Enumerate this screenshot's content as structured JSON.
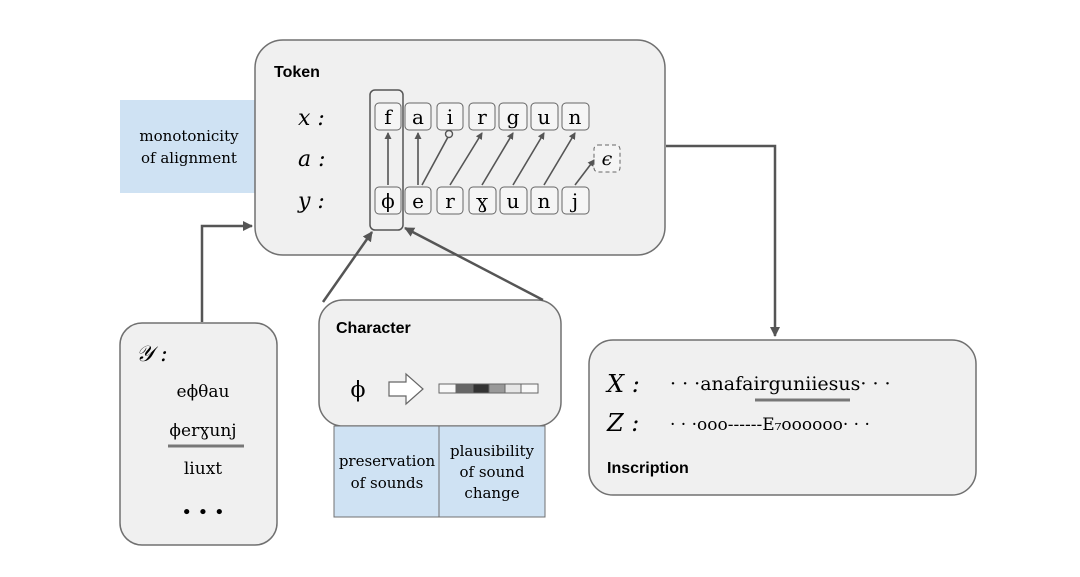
{
  "token": {
    "title": "Token",
    "row_labels": {
      "x": "x :",
      "a": "a :",
      "y": "y :"
    },
    "x_chars": [
      "f",
      "a",
      "i",
      "r",
      "g",
      "u",
      "n"
    ],
    "y_chars": [
      "ϕ",
      "e",
      "r",
      "ɣ",
      "u",
      "n",
      "j"
    ],
    "epsilon": "ϵ"
  },
  "side_labels": {
    "monotonicity": [
      "monotonicity",
      "of alignment"
    ],
    "preservation": [
      "preservation",
      "of sounds"
    ],
    "plausibility": [
      "plausibility",
      "of sound",
      "change"
    ]
  },
  "character": {
    "title": "Character",
    "symbol": "ϕ"
  },
  "vocab": {
    "label": "𝒴 :",
    "items": [
      "eϕθau",
      "ϕerɣunj",
      "liuxt"
    ],
    "ellipsis": "• • •"
  },
  "inscription": {
    "title": "Inscription",
    "x_label": "X :",
    "z_label": "Z :",
    "x_text": "· · ·anafairguniiesus· · ·",
    "z_text": "· · ·ooo------E₇oooooo· · ·"
  },
  "colors": {
    "box_fill": "#f0f0f0",
    "box_stroke": "#707070",
    "label_fill": "#cfe2f3",
    "arrow": "#555555"
  }
}
